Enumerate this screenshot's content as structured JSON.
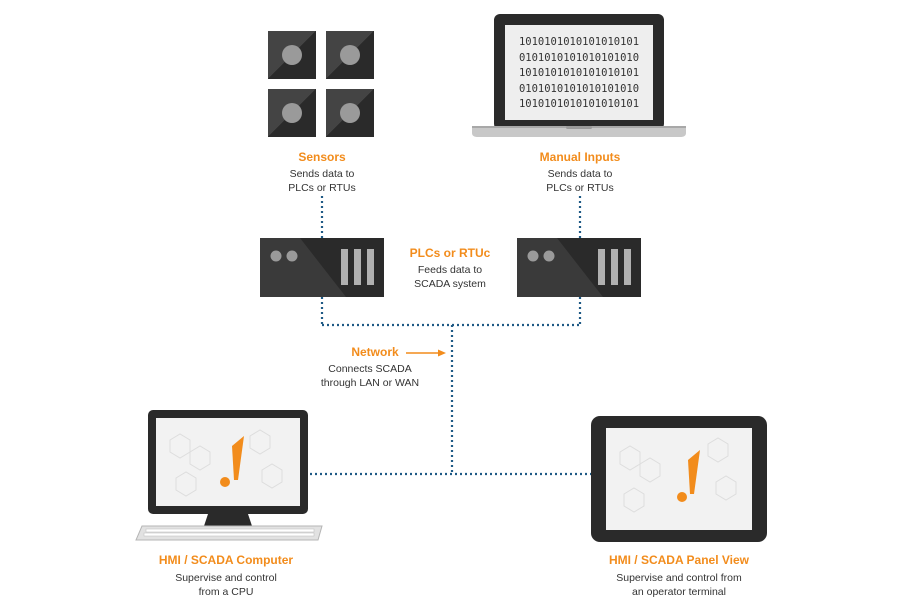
{
  "sensors": {
    "title": "Sensors",
    "desc_line1": "Sends data to",
    "desc_line2": "PLCs or RTUs"
  },
  "manual_inputs": {
    "title": "Manual Inputs",
    "desc_line1": "Sends data to",
    "desc_line2": "PLCs or RTUs",
    "binary_lines": [
      "1010101010101010101",
      "0101010101010101010",
      "1010101010101010101",
      "0101010101010101010",
      "1010101010101010101"
    ]
  },
  "plcs": {
    "title": "PLCs or RTUc",
    "desc_line1": "Feeds data to",
    "desc_line2": "SCADA system"
  },
  "network": {
    "title": "Network",
    "desc_line1": "Connects SCADA",
    "desc_line2": "through LAN or WAN"
  },
  "hmi_computer": {
    "title": "HMI / SCADA Computer",
    "desc_line1": "Supervise  and control",
    "desc_line2": "from a CPU"
  },
  "hmi_panel": {
    "title": "HMI / SCADA Panel View",
    "desc_line1": "Supervise and control from",
    "desc_line2": "an operator terminal"
  },
  "colors": {
    "accent": "#f28c1c",
    "connector": "#1f5a85",
    "device": "#2a2a2a"
  }
}
